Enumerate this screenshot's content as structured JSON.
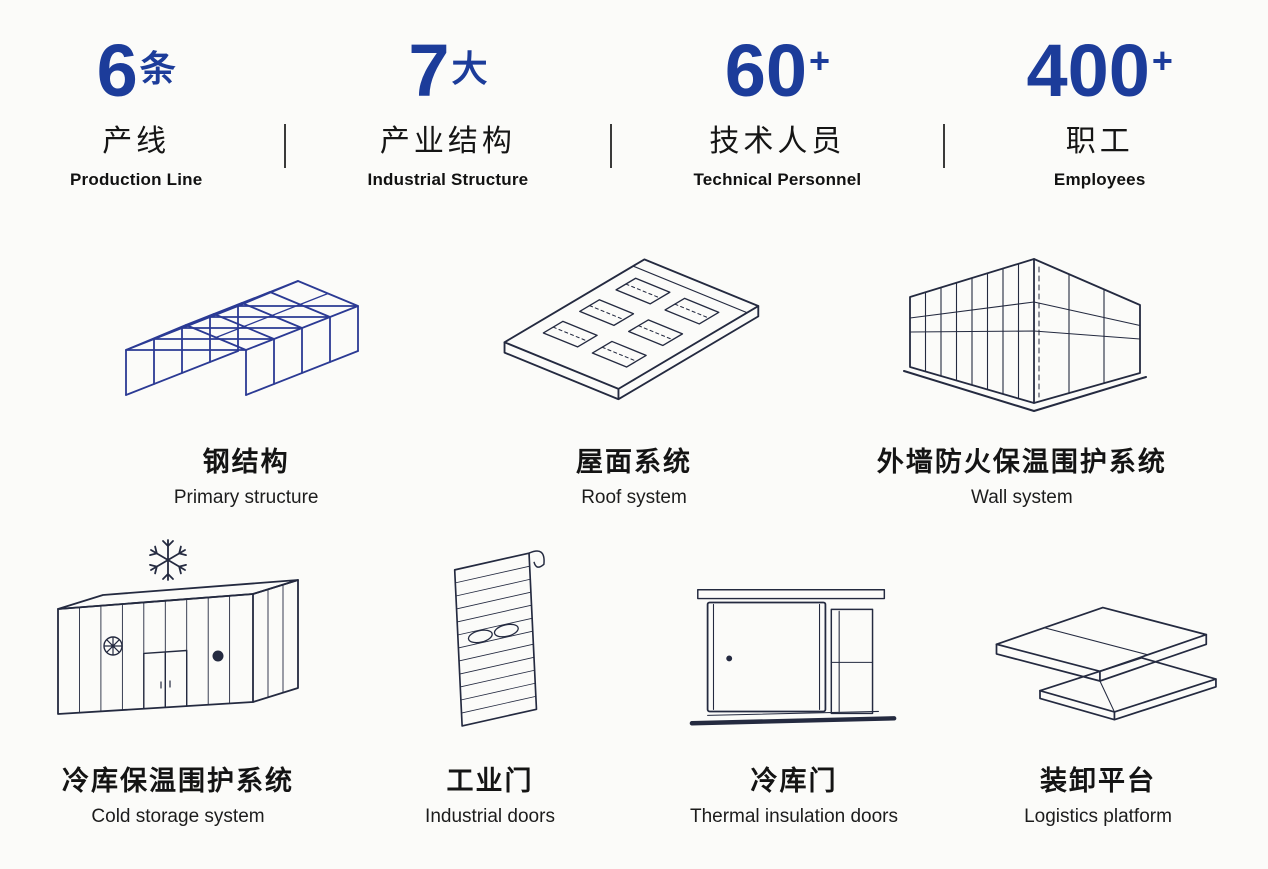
{
  "page": {
    "background": "#fbfbf9"
  },
  "colors": {
    "accent_blue": "#1c3c9a",
    "steel_blue": "#2b3a94",
    "line_dark": "#242a40",
    "text_dark": "#151515"
  },
  "stats": [
    {
      "number": "6",
      "unit": "条",
      "label_zh": "产线",
      "label_en": "Production Line"
    },
    {
      "number": "7",
      "unit": "大",
      "label_zh": "产业结构",
      "label_en": "Industrial Structure"
    },
    {
      "number": "60",
      "unit": "+",
      "label_zh": "技术人员",
      "label_en": "Technical Personnel"
    },
    {
      "number": "400",
      "unit": "+",
      "label_zh": "职工",
      "label_en": "Employees"
    }
  ],
  "products_row1": [
    {
      "icon": "steel-structure-icon",
      "label_zh": "钢结构",
      "label_en": "Primary structure"
    },
    {
      "icon": "roof-system-icon",
      "label_zh": "屋面系统",
      "label_en": "Roof system"
    },
    {
      "icon": "wall-system-icon",
      "label_zh": "外墙防火保温围护系统",
      "label_en": "Wall system"
    }
  ],
  "products_row2": [
    {
      "icon": "cold-storage-icon",
      "label_zh": "冷库保温围护系统",
      "label_en": "Cold storage system"
    },
    {
      "icon": "industrial-door-icon",
      "label_zh": "工业门",
      "label_en": "Industrial doors"
    },
    {
      "icon": "insulation-door-icon",
      "label_zh": "冷库门",
      "label_en": "Thermal insulation doors"
    },
    {
      "icon": "loading-platform-icon",
      "label_zh": "装卸平台",
      "label_en": "Logistics platform"
    }
  ]
}
